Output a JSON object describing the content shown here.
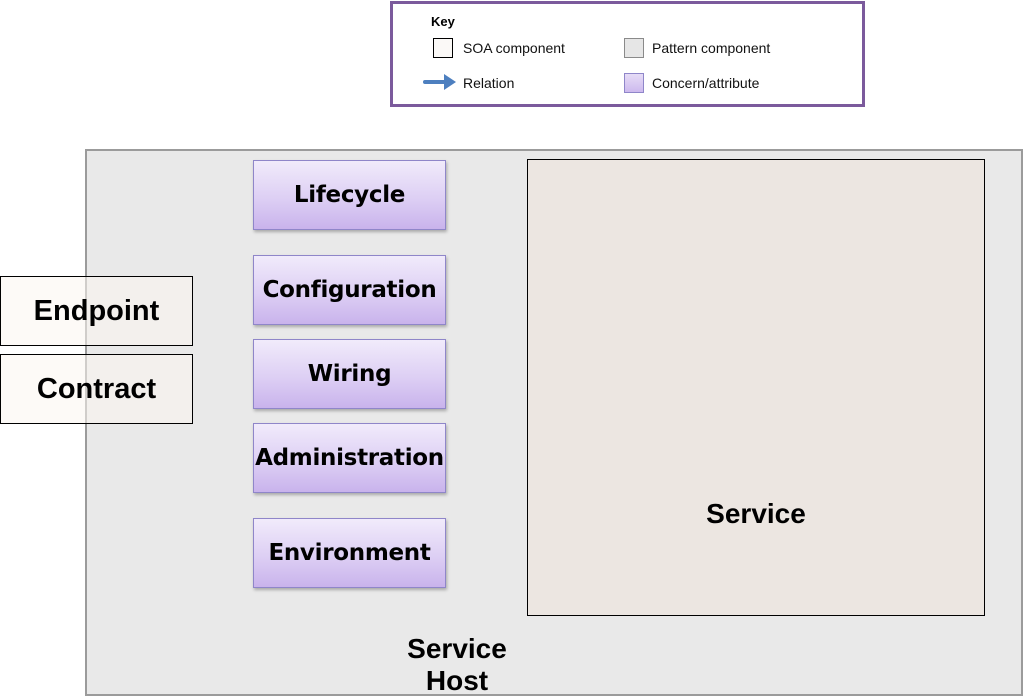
{
  "key": {
    "title": "Key",
    "items": [
      {
        "label": "SOA component",
        "swatch": "soa-component"
      },
      {
        "label": "Pattern component",
        "swatch": "pattern-component"
      },
      {
        "label": "Relation",
        "swatch": "arrow"
      },
      {
        "label": "Concern/attribute",
        "swatch": "concern-attribute"
      }
    ]
  },
  "host": {
    "label": "Service Host"
  },
  "service": {
    "label": "Service"
  },
  "concerns": [
    "Lifecycle",
    "Configuration",
    "Wiring",
    "Administration",
    "Environment"
  ],
  "soa_components": [
    "Endpoint",
    "Contract"
  ],
  "colors": {
    "key_border": "#7b5a9c",
    "host_fill": "#e9e9e9",
    "service_fill": "#ece6e1",
    "concern_fill": "#d8c7f2",
    "concern_border": "#8f86c9",
    "relation_arrow": "#4d7fbf"
  }
}
